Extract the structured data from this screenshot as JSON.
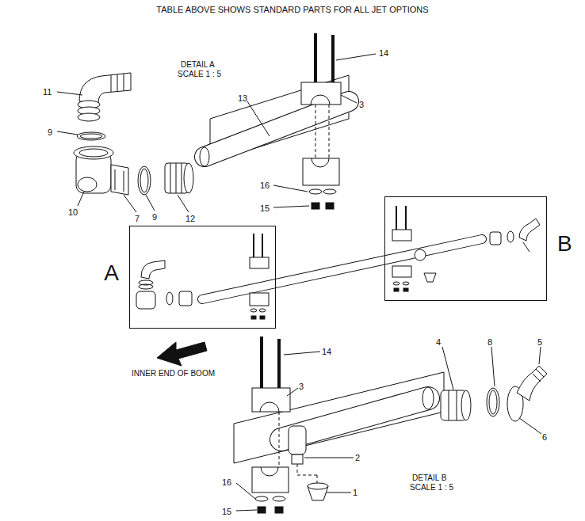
{
  "diagram": {
    "title": "TABLE ABOVE SHOWS STANDARD PARTS FOR ALL JET OPTIONS",
    "nodes": [
      {
        "text": [
          "A"
        ]
      },
      {
        "text": [
          "B"
        ]
      }
    ],
    "labels": [
      "DETAIL A",
      "SCALE 1 : 5",
      "14",
      "13",
      "11",
      "3",
      "9",
      "16",
      "15",
      "10",
      "7",
      "9",
      "12",
      "INNER END OF BOOM",
      "14",
      "3",
      "4",
      "8",
      "5",
      "2",
      "6",
      "16",
      "15",
      "1",
      "DETAIL B",
      "SCALE 1 : 5"
    ]
  }
}
